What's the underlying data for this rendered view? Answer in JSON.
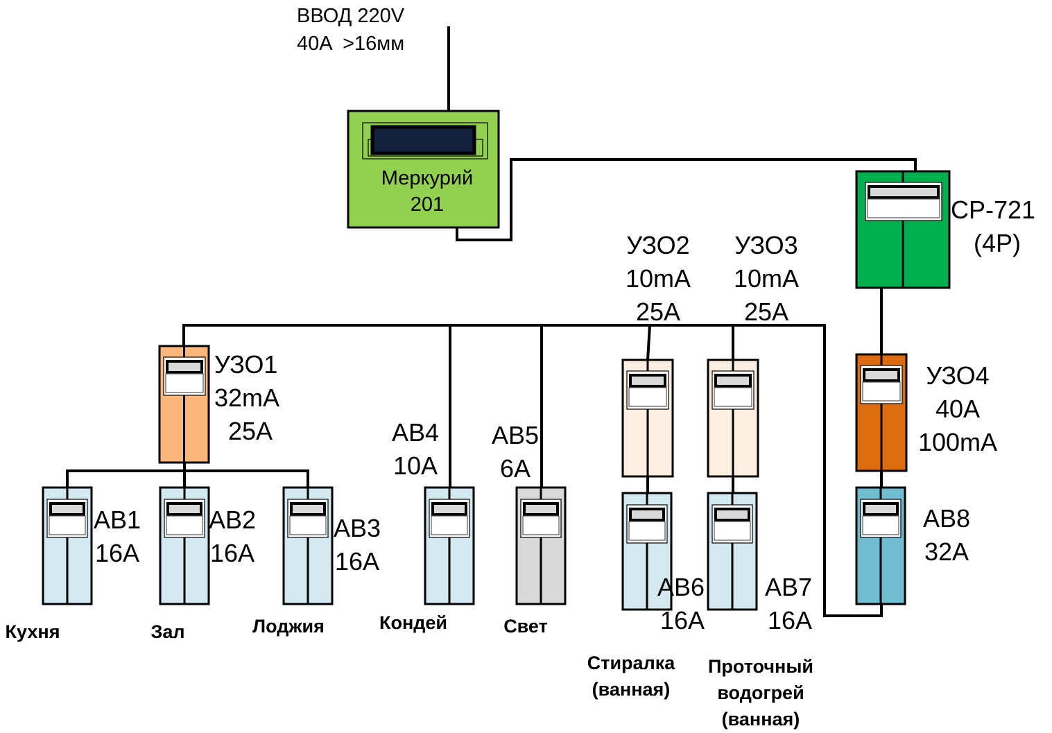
{
  "input": {
    "line1": "ВВОД 220V",
    "line2": "40A  >16мм"
  },
  "meter": {
    "name": "Меркурий",
    "model": "201",
    "color": "#92d050"
  },
  "main_switch": {
    "line1": "CP-721",
    "line2": "(4P)",
    "color": "#00b050"
  },
  "rcd": [
    {
      "id": "УЗО1",
      "l2": "32mA",
      "l3": "25A",
      "color": "#fbb77c"
    },
    {
      "id": "УЗО2",
      "l2": "10mA",
      "l3": "25A",
      "color": "#fdeee0"
    },
    {
      "id": "УЗО3",
      "l2": "10mA",
      "l3": "25A",
      "color": "#fdeee0"
    },
    {
      "id": "УЗО4",
      "l2": "40A",
      "l3": "100mA",
      "color": "#dd6b0f"
    }
  ],
  "breakers": [
    {
      "id": "AB1",
      "rating": "16A",
      "load": [
        "Кухня"
      ],
      "color": "#d3e9f0"
    },
    {
      "id": "AB2",
      "rating": "16A",
      "load": [
        "Зал"
      ],
      "color": "#d3e9f0"
    },
    {
      "id": "AB3",
      "rating": "16A",
      "load": [
        "Лоджия"
      ],
      "color": "#d3e9f0"
    },
    {
      "id": "AB4",
      "rating": "10A",
      "load": [
        "Кондей"
      ],
      "color": "#d3e9f0"
    },
    {
      "id": "AB5",
      "rating": "6A",
      "load": [
        "Свет"
      ],
      "color": "#d9d9d9"
    },
    {
      "id": "AB6",
      "rating": "16A",
      "load": [
        "Стиралка",
        "(ванная)"
      ],
      "color": "#d3e9f0"
    },
    {
      "id": "AB7",
      "rating": "16A",
      "load": [
        "Проточный",
        "водогрей",
        "(ванная)"
      ],
      "color": "#d3e9f0"
    },
    {
      "id": "AB8",
      "rating": "32A",
      "load": [],
      "color": "#70bcd1"
    }
  ]
}
